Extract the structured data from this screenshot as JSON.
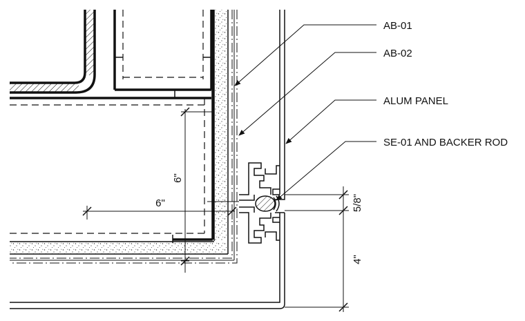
{
  "callouts": [
    {
      "id": "ab01",
      "text": "AB-01"
    },
    {
      "id": "ab02",
      "text": "AB-02"
    },
    {
      "id": "alum",
      "text": "ALUM PANEL"
    },
    {
      "id": "se01",
      "text": "SE-01 AND BACKER ROD"
    }
  ],
  "dimensions": {
    "vertical_6": "6\"",
    "horizontal_6": "6\"",
    "joint": "5/8\"",
    "reveal": "4\""
  }
}
